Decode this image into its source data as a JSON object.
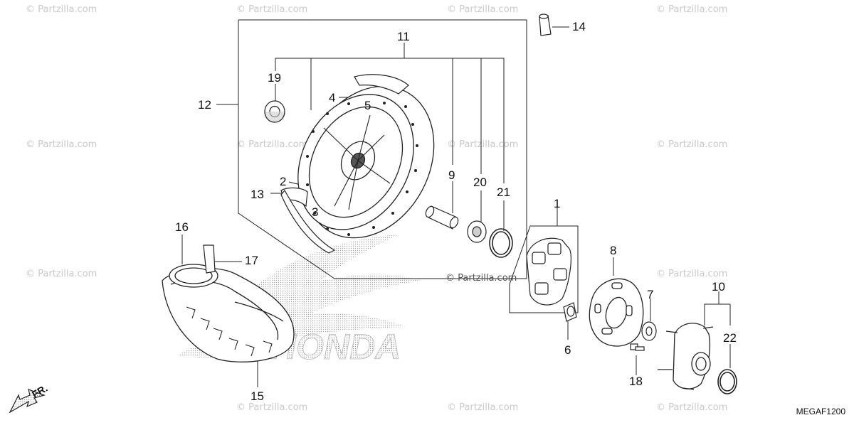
{
  "watermark": "© Partzilla.com",
  "center_watermark": "© Partzilla.com",
  "diagram_code": "MEGAF1200",
  "direction_label": "FR.",
  "brand_logo": "HONDA",
  "callouts": [
    {
      "id": "1",
      "label": "1"
    },
    {
      "id": "2",
      "label": "2"
    },
    {
      "id": "3",
      "label": "3"
    },
    {
      "id": "4",
      "label": "4"
    },
    {
      "id": "5",
      "label": "5"
    },
    {
      "id": "6",
      "label": "6"
    },
    {
      "id": "7",
      "label": "7"
    },
    {
      "id": "8",
      "label": "8"
    },
    {
      "id": "9",
      "label": "9"
    },
    {
      "id": "10",
      "label": "10"
    },
    {
      "id": "11",
      "label": "11"
    },
    {
      "id": "12",
      "label": "12"
    },
    {
      "id": "13",
      "label": "13"
    },
    {
      "id": "14",
      "label": "14"
    },
    {
      "id": "15",
      "label": "15"
    },
    {
      "id": "16",
      "label": "16"
    },
    {
      "id": "17",
      "label": "17"
    },
    {
      "id": "18",
      "label": "18"
    },
    {
      "id": "19",
      "label": "19"
    },
    {
      "id": "20",
      "label": "20"
    },
    {
      "id": "21",
      "label": "21"
    },
    {
      "id": "22",
      "label": "22"
    }
  ]
}
